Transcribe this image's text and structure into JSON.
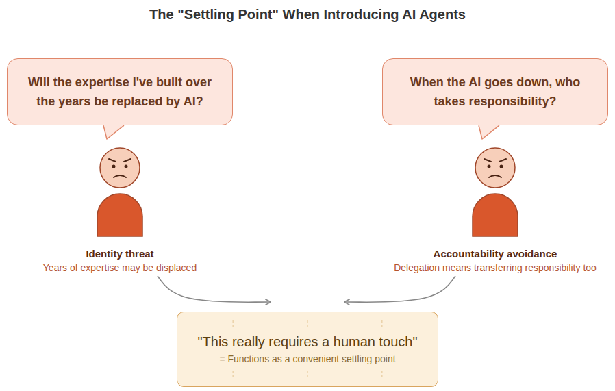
{
  "diagram": {
    "title": "The \"Settling Point\" When Introducing AI Agents",
    "nodes": [
      {
        "text": [
          "Will the expertise I've built over the years be replaced by AI?"
        ]
      },
      {
        "text": [
          "When the AI goes down, who takes responsibility?"
        ]
      },
      {
        "text": [
          "Identity threat",
          "Years of expertise may be displaced"
        ]
      },
      {
        "text": [
          "Accountability avoidance",
          "Delegation means transferring responsibility too"
        ]
      },
      {
        "text": [
          "\"This really requires a human touch\"",
          "= Functions as a convenient settling point"
        ]
      }
    ],
    "edges": [
      {
        "from": 2,
        "to": 4,
        "arrow": "to"
      },
      {
        "from": 3,
        "to": 4,
        "arrow": "to"
      }
    ]
  }
}
